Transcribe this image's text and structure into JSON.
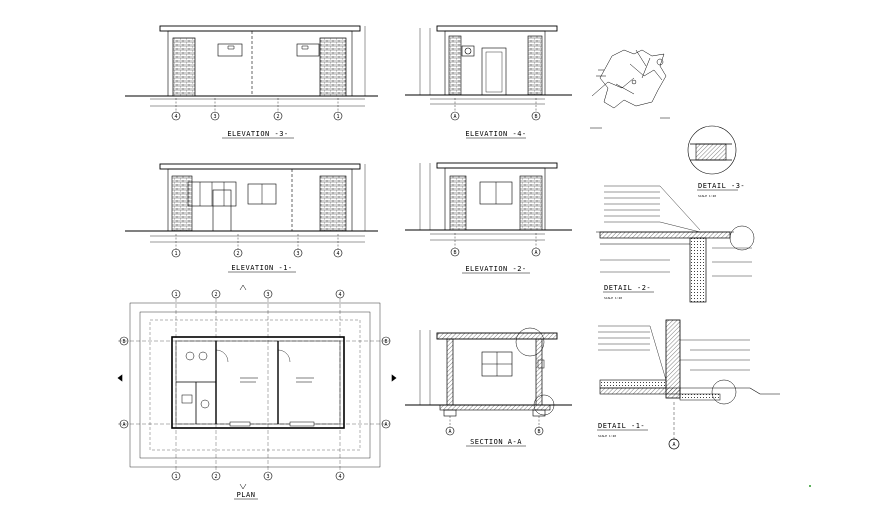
{
  "drawings": {
    "elevation_3": {
      "title": "ELEVATION -3-",
      "bubbles": [
        "4",
        "3",
        "2",
        "1"
      ]
    },
    "elevation_4": {
      "title": "ELEVATION -4-",
      "bubbles": [
        "A",
        "B"
      ]
    },
    "elevation_1": {
      "title": "ELEVATION -1-",
      "bubbles": [
        "1",
        "2",
        "3",
        "4"
      ]
    },
    "elevation_2": {
      "title": "ELEVATION -2-",
      "bubbles": [
        "B",
        "A"
      ]
    },
    "section_aa": {
      "title": "SECTION A-A",
      "bubbles": [
        "A",
        "B"
      ]
    },
    "plan": {
      "title": "PLAN",
      "top_bubbles": [
        "1",
        "2",
        "3",
        "4"
      ],
      "bottom_bubbles": [
        "1",
        "2",
        "3",
        "4"
      ],
      "left_bubbles": [
        "B",
        "A"
      ],
      "right_bubbles": [
        "B",
        "A"
      ]
    },
    "detail_1": {
      "title": "DETAIL -1-",
      "scale": "SCALE 1:20",
      "marker": "A"
    },
    "detail_2": {
      "title": "DETAIL -2-",
      "scale": "SCALE 1:20"
    },
    "detail_3": {
      "title": "DETAIL -3-",
      "scale": "SCALE 1:20"
    }
  }
}
